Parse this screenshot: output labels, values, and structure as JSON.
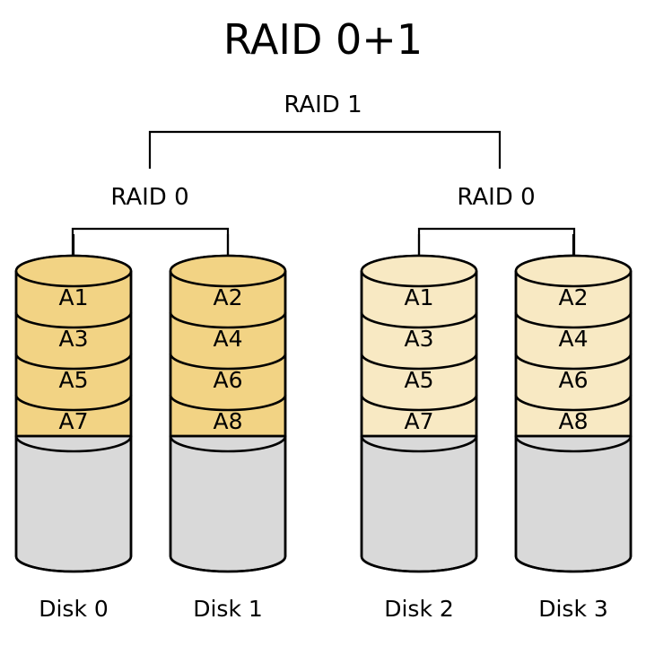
{
  "title": "RAID 0+1",
  "groups": {
    "top": {
      "label": "RAID 1"
    },
    "left": {
      "label": "RAID 0"
    },
    "right": {
      "label": "RAID 0"
    }
  },
  "colors": {
    "stripe_primary": "#f2d384",
    "stripe_mirror": "#f8e9c3",
    "free_space": "#d9d9d9",
    "outline": "#000000",
    "background": "#ffffff",
    "text": "#000000"
  },
  "disks": [
    {
      "name": "Disk 0",
      "fill": "#f2d384",
      "blocks": [
        "A1",
        "A3",
        "A5",
        "A7"
      ]
    },
    {
      "name": "Disk 1",
      "fill": "#f2d384",
      "blocks": [
        "A2",
        "A4",
        "A6",
        "A8"
      ]
    },
    {
      "name": "Disk 2",
      "fill": "#f8e9c3",
      "blocks": [
        "A1",
        "A3",
        "A5",
        "A7"
      ]
    },
    {
      "name": "Disk 3",
      "fill": "#f8e9c3",
      "blocks": [
        "A2",
        "A4",
        "A6",
        "A8"
      ]
    }
  ]
}
